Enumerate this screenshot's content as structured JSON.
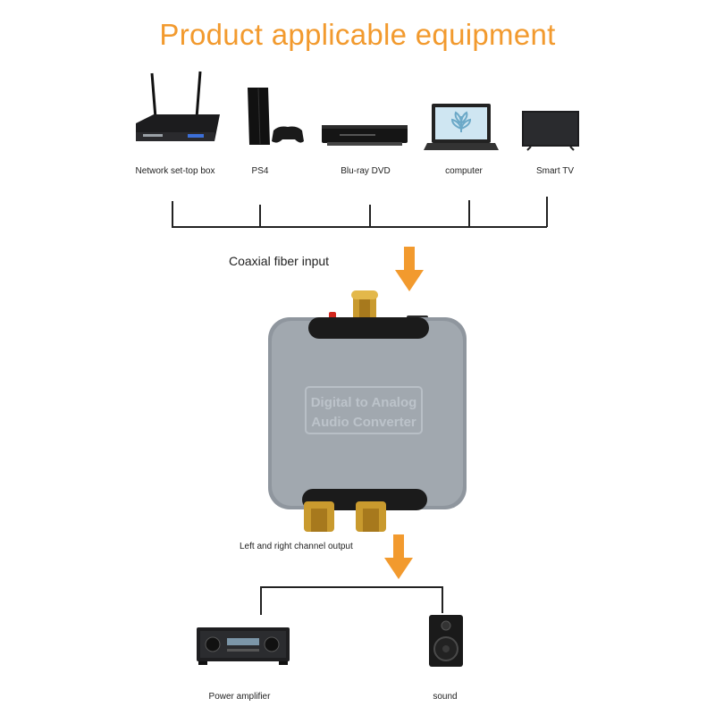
{
  "title": "Product applicable equipment",
  "inputs": [
    {
      "label": "Network set-top box",
      "icon": "set-top-box-icon"
    },
    {
      "label": "PS4",
      "icon": "ps4-console-icon"
    },
    {
      "label": "Blu-ray DVD",
      "icon": "bluray-player-icon"
    },
    {
      "label": "computer",
      "icon": "laptop-icon"
    },
    {
      "label": "Smart TV",
      "icon": "smart-tv-icon"
    }
  ],
  "input_label": "Coaxial fiber input",
  "device": {
    "line1": "Digital to Analog",
    "line2": "Audio Converter",
    "icon": "dac-converter-icon"
  },
  "output_label": "Left and right channel output",
  "outputs": [
    {
      "label": "Power amplifier",
      "icon": "power-amplifier-icon"
    },
    {
      "label": "sound",
      "icon": "speaker-icon"
    }
  ],
  "colors": {
    "accent": "#f29a2e",
    "line": "#222222",
    "device_body": "#8f969e"
  }
}
